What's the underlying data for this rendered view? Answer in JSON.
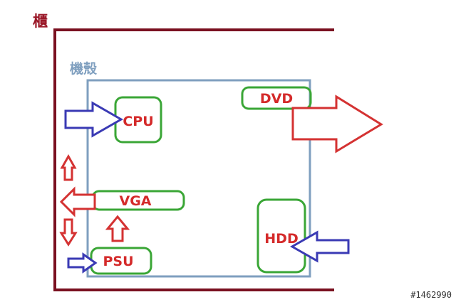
{
  "diagram": {
    "cabinet_label": "櫃",
    "case_label": "機殼",
    "components": {
      "cpu": "CPU",
      "dvd": "DVD",
      "vga": "VGA",
      "psu": "PSU",
      "hdd": "HDD"
    },
    "watermark": "#1462990",
    "colors": {
      "cabinet": "#7a1020",
      "case": "#7f9fbf",
      "component": "#3aa636",
      "component_text": "#d42a2a",
      "intake_arrow": "#3a3ab4",
      "exhaust_arrow": "#d43232"
    }
  }
}
